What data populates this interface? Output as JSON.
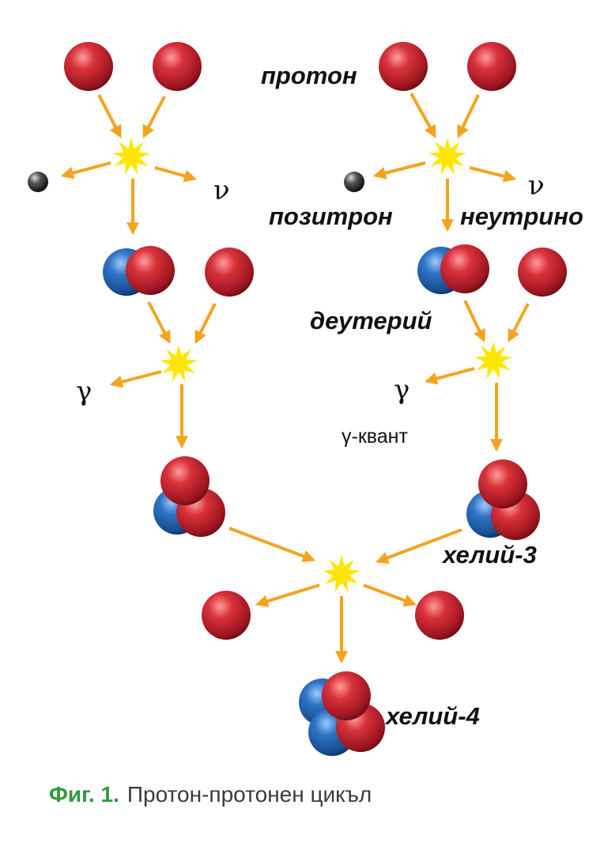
{
  "labels": {
    "proton": "протон",
    "positron": "позитрон",
    "neutrino": "неутрино",
    "deuterium": "деутерий",
    "gamma_quantum": "γ-квант",
    "helium3": "хелий-3",
    "helium4": "хелий-4"
  },
  "symbols": {
    "nu": "ν",
    "gamma": "γ"
  },
  "caption": {
    "figure": "Фиг. 1.",
    "text": "Протон-протонен цикъл"
  },
  "colors": {
    "proton": "#c8262f",
    "neutron": "#1f63b0",
    "positron": "#333333",
    "arrow": "#f5a31f",
    "flash": "#ffe600",
    "caption_figure": "#2e9a3c"
  }
}
